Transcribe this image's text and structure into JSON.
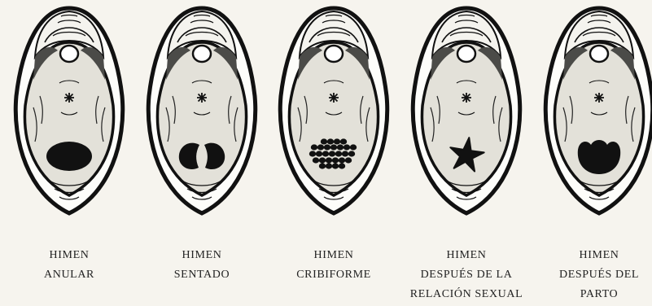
{
  "figures": [
    {
      "id": "anular",
      "type": "anular",
      "caption": [
        "HIMEN",
        "ANULAR"
      ]
    },
    {
      "id": "sentado",
      "type": "sentado",
      "caption": [
        "HIMEN",
        "SENTADO"
      ]
    },
    {
      "id": "cribiforme",
      "type": "cribiforme",
      "caption": [
        "HIMEN",
        "CRIBIFORME"
      ]
    },
    {
      "id": "despues-relacion",
      "type": "estrellado",
      "caption": [
        "HIMEN",
        "DESPUÉS DE LA",
        "RELACIÓN SEXUAL"
      ]
    },
    {
      "id": "despues-parto",
      "type": "parto",
      "caption": [
        "HIMEN",
        "DESPUÉS DEL",
        "PARTO"
      ]
    }
  ]
}
